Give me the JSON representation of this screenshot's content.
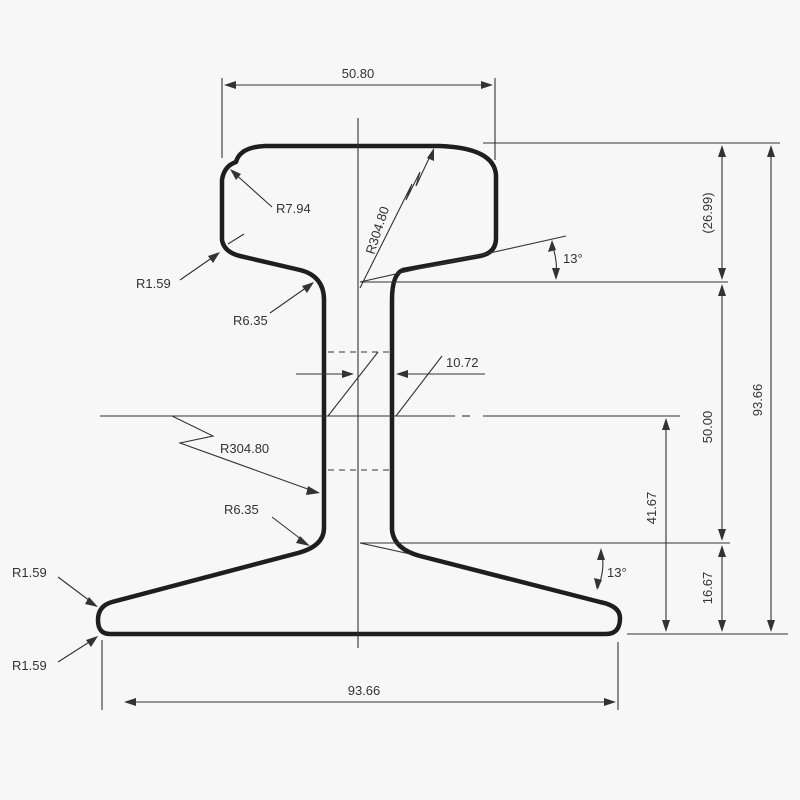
{
  "drawing": {
    "subject": "Rail cross-section profile",
    "colors": {
      "background": "#f7f7f7",
      "profile": "#1e1e1e",
      "dimension": "#333333"
    }
  },
  "dimensions": {
    "head_width": "50.80",
    "base_width": "93.66",
    "total_height": "93.66",
    "head_depth": "(26.99)",
    "web_height": "50.00",
    "base_depth": "16.67",
    "neutral_axis_height": "41.67",
    "web_thickness": "10.72"
  },
  "radii": {
    "head_top_corner": "R7.94",
    "head_underside_corner": "R1.59",
    "head_web_fillet": "R6.35",
    "head_web_arc": "R304.80",
    "web_arc": "R304.80",
    "web_base_fillet": "R6.35",
    "base_top_corner": "R1.59",
    "base_bottom_corner": "R1.59"
  },
  "angles": {
    "head_underside": "13°",
    "base_top": "13°"
  }
}
